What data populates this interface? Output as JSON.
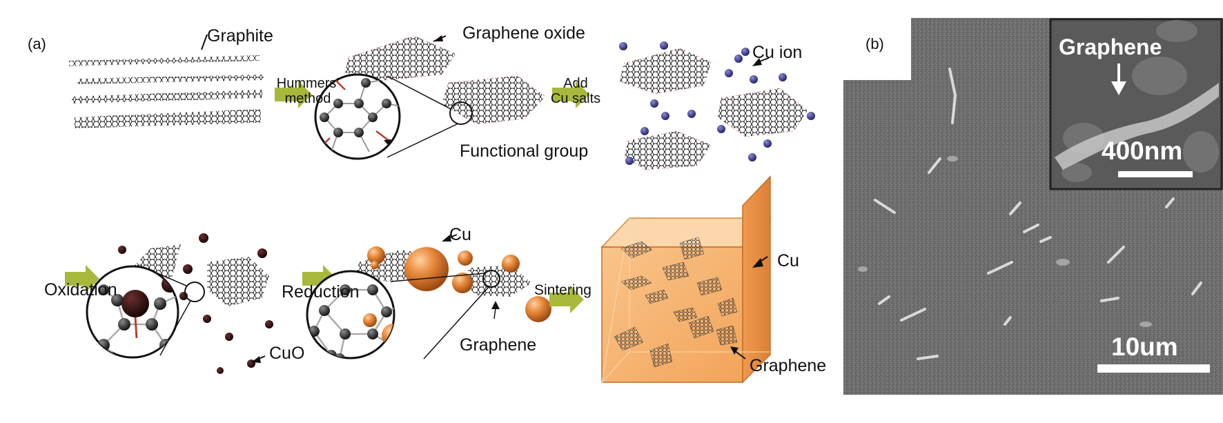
{
  "panel_a": {
    "label": "(a)",
    "graphite": "Graphite",
    "graphene_oxide": "Graphene oxide",
    "functional_group": "Functional group",
    "cu_ion": "Cu ion",
    "hummers_line1": "Hummers'",
    "hummers_line2": "method",
    "add_line1": "Add",
    "add_line2": "Cu salts",
    "oxidation": "Oxidation",
    "reduction": "Reduction",
    "sintering": "Sintering",
    "cuo": "CuO",
    "cu_particles": "Cu",
    "graphene_mid": "Graphene",
    "cu_block": "Cu",
    "graphene_block": "Graphene"
  },
  "panel_b": {
    "label": "(b)",
    "inset_label": "Graphene",
    "inset_scale": "400nm",
    "main_scale": "10um"
  },
  "colors": {
    "arrow_green": "#a8b83a",
    "cu_orange": "#e07a2e",
    "cu_ion_blue": "#3a3a8c",
    "atom_dark": "#2a2a2a",
    "oxygen_red": "#c23b2e",
    "sem_gray": "#6d6d6d"
  }
}
